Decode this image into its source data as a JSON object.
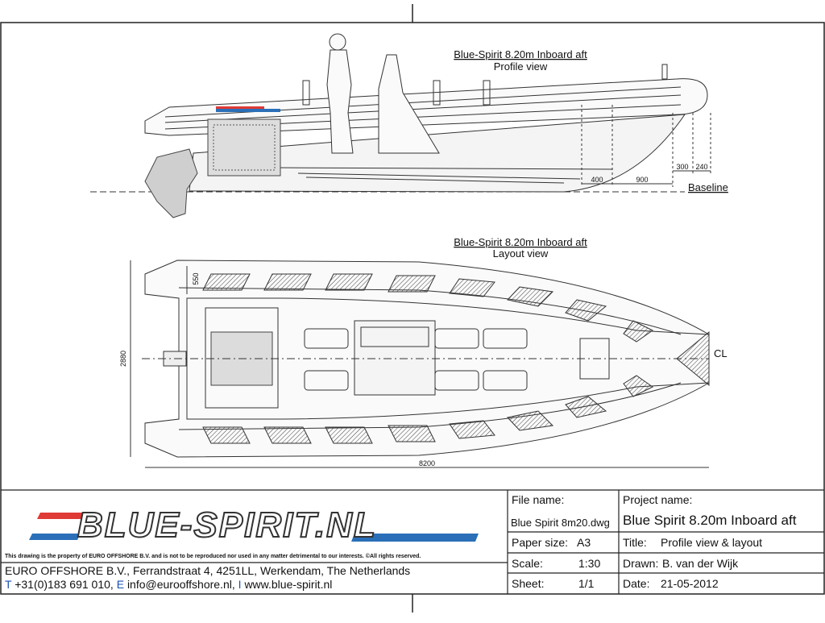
{
  "profile_view": {
    "title": "Blue-Spirit 8.20m Inboard aft",
    "subtitle": "Profile view",
    "dimensions": [
      "400",
      "900",
      "300",
      "240"
    ],
    "baseline_label": "Baseline"
  },
  "layout_view": {
    "title": "Blue-Spirit 8.20m Inboard aft",
    "subtitle": "Layout view",
    "dim_tube": "550",
    "dim_beam": "2880",
    "dim_length": "8200",
    "centerline_label": "CL"
  },
  "title_block": {
    "logo": "BLUE-SPIRIT.NL",
    "ownership_note": "This drawing is the property of EURO OFFSHORE B.V. and is not to be reproduced nor used in any matter detrimental to our interests. ©All rights reserved.",
    "company_line": "EURO OFFSHORE B.V., Ferrandstraat 4, 4251LL, Werkendam, The Netherlands",
    "contact": {
      "t_letter": "T",
      "phone": "+31(0)183 691 010,",
      "e_letter": "E",
      "email": "info@eurooffshore.nl,",
      "i_letter": "I",
      "web": "www.blue-spirit.nl"
    },
    "file_name_label": "File name:",
    "file_name": "Blue Spirit 8m20.dwg",
    "paper_size_label": "Paper size:",
    "paper_size": "A3",
    "scale_label": "Scale:",
    "scale": "1:30",
    "sheet_label": "Sheet:",
    "sheet": "1/1",
    "project_name_label": "Project name:",
    "project_name": "Blue Spirit 8.20m Inboard aft",
    "title_label": "Title:",
    "title": "Profile view & layout",
    "drawn_label": "Drawn:",
    "drawn": "B. van der Wijk",
    "date_label": "Date:",
    "date": "21-05-2012"
  },
  "colors": {
    "logo_red": "#e03a36",
    "logo_blue": "#2a6fb8",
    "line": "#222222"
  }
}
